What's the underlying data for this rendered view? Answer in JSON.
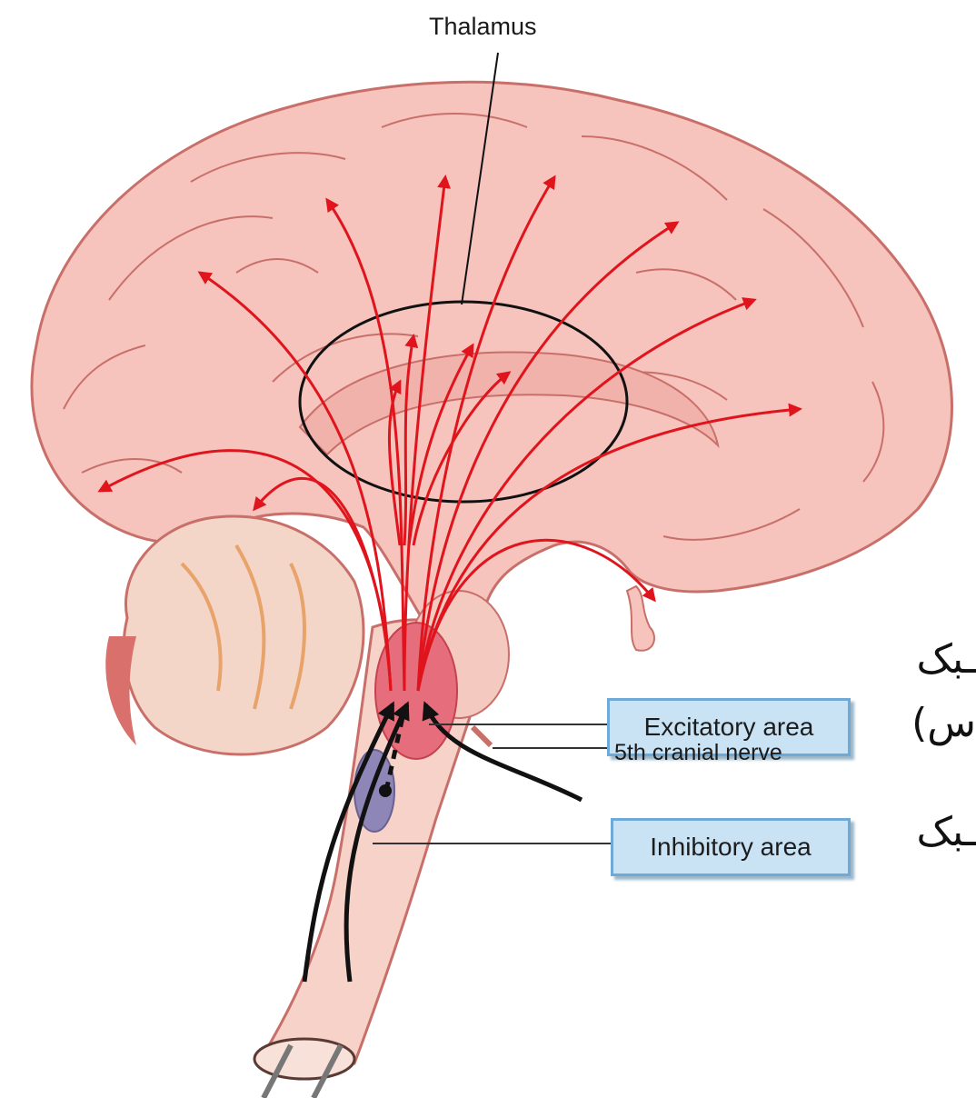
{
  "labels": {
    "thalamus": "Thalamus",
    "excitatory_area": "Excitatory area",
    "cranial_nerve": "5th cranial nerve",
    "inhibitory_area": "Inhibitory area"
  },
  "side_text": {
    "line1": "ـبک",
    "line2": "س)",
    "line3": "ـبک"
  },
  "colors": {
    "cortex": "#f6c3bd",
    "cortex_outline": "#c96f6a",
    "projection_arrows": "#e0141c",
    "ascending_fibers": "#111111",
    "excitatory_area": "#e56d7c",
    "inhibitory_area": "#8f86b8",
    "label_box": "#c9e3f5"
  }
}
